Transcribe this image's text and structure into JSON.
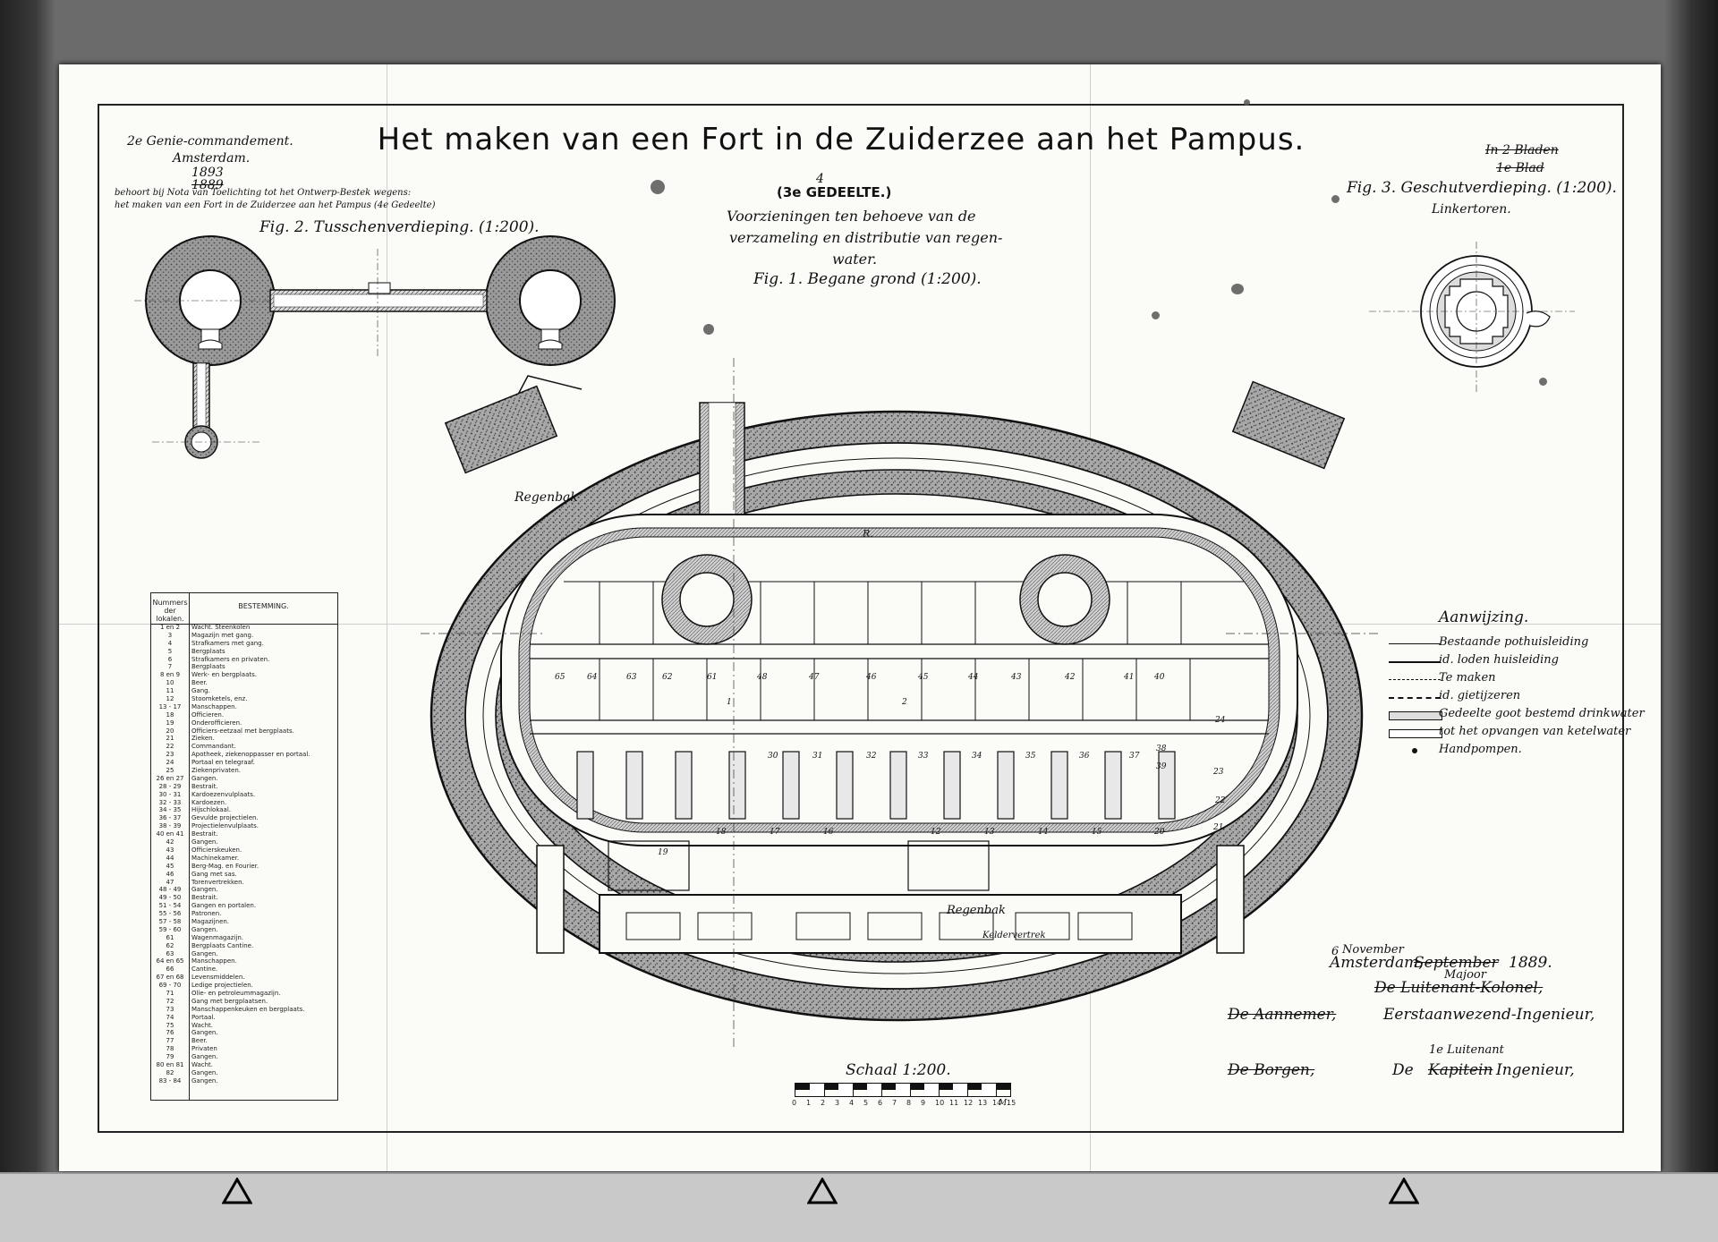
{
  "title": "Het maken van een Fort in de Zuiderzee aan het Pampus.",
  "header_left": {
    "command": "2e Genie-commandement.",
    "city": "Amsterdam.",
    "year_new": "1893",
    "year_old": "1889",
    "belongs": "behoort bij Nota van Toelichting tot het Ontwerp-Bestek wegens:",
    "belongs2": "het maken van een Fort in de Zuiderzee aan het Pampus (4e Gedeelte)",
    "fig2": "Fig. 2. Tusschenverdieping. (1:200)."
  },
  "header_center": {
    "part_number": "4",
    "part": "(3e GEDEELTE.)",
    "desc1": "Voorzieningen ten behoeve van de",
    "desc2": "verzameling en distributie van regen-",
    "desc3": "water.",
    "fig1": "Fig. 1. Begane grond (1:200)."
  },
  "header_right": {
    "sheets1": "In 2 Bladen",
    "sheets2": "1e Blad",
    "fig3": "Fig. 3. Geschutverdieping. (1:200).",
    "tower": "Linkertoren."
  },
  "legend_table": {
    "col1": "Nummers der lokalen.",
    "col2": "BESTEMMING.",
    "rows": [
      [
        "1 en 2",
        "Wacht. Steenkolen"
      ],
      [
        "3",
        "Magazijn met gang."
      ],
      [
        "4",
        "Strafkamers met gang."
      ],
      [
        "5",
        "Bergplaats"
      ],
      [
        "6",
        "Strafkamers en privaten."
      ],
      [
        "7",
        "Bergplaats"
      ],
      [
        "8 en 9",
        "Werk- en bergplaats."
      ],
      [
        "10",
        "Beer."
      ],
      [
        "11",
        "Gang."
      ],
      [
        "12",
        "Stoomketels, enz."
      ],
      [
        "13 - 17",
        "Manschappen."
      ],
      [
        "18",
        "Officieren."
      ],
      [
        "19",
        "Onderofficieren."
      ],
      [
        "20",
        "Officiers-eetzaal met bergplaats."
      ],
      [
        "21",
        "Zieken."
      ],
      [
        "22",
        "Commandant."
      ],
      [
        "23",
        "Apotheek, ziekenoppasser en portaal."
      ],
      [
        "24",
        "Portaal en telegraaf."
      ],
      [
        "25",
        "Ziekenprivaten."
      ],
      [
        "26 en 27",
        "Gangen."
      ],
      [
        "28 - 29",
        "Bestrait."
      ],
      [
        "30 - 31",
        "Kardoezenvulplaats."
      ],
      [
        "32 - 33",
        "Kardoezen."
      ],
      [
        "34 - 35",
        "Hijschlokaal."
      ],
      [
        "36 - 37",
        "Gevulde projectielen."
      ],
      [
        "38 - 39",
        "Projectielenvulplaats."
      ],
      [
        "40 en 41",
        "Bestrait."
      ],
      [
        "42",
        "Gangen."
      ],
      [
        "43",
        "Officierskeuken."
      ],
      [
        "44",
        "Machinekamer."
      ],
      [
        "45",
        "Berg-Mag. en Fourier."
      ],
      [
        "46",
        "Gang met sas."
      ],
      [
        "47",
        "Torenvertrekken."
      ],
      [
        "48 - 49",
        "Gangen."
      ],
      [
        "49 - 50",
        "Bestrait."
      ],
      [
        "51 - 54",
        "Gangen en portalen."
      ],
      [
        "55 - 56",
        "Patronen."
      ],
      [
        "57 - 58",
        "Magazijnen."
      ],
      [
        "59 - 60",
        "Gangen."
      ],
      [
        "61",
        "Wagenmagazijn."
      ],
      [
        "62",
        "Bergplaats Cantine."
      ],
      [
        "63",
        "Gangen."
      ],
      [
        "64 en 65",
        "Manschappen."
      ],
      [
        "66",
        "Cantine."
      ],
      [
        "67 en 68",
        "Levensmiddelen."
      ],
      [
        "69 - 70",
        "Ledige projectielen."
      ],
      [
        "71",
        "Olie- en petroleummagazijn."
      ],
      [
        "72",
        "Gang met bergplaatsen."
      ],
      [
        "73",
        "Manschappenkeuken en bergplaats."
      ],
      [
        "74",
        "Portaal."
      ],
      [
        "75",
        "Wacht."
      ],
      [
        "76",
        "Gangen."
      ],
      [
        "77",
        "Beer."
      ],
      [
        "78",
        "Privaten"
      ],
      [
        "79",
        "Gangen."
      ],
      [
        "80 en 81",
        "Wacht."
      ],
      [
        "82",
        "Gangen."
      ],
      [
        "83 - 84",
        "Gangen."
      ]
    ]
  },
  "aanwijzing": {
    "title": "Aanwijzing.",
    "items": [
      "Bestaande pothuisleiding",
      "id. loden huisleiding",
      "Te maken",
      "id. gietijzeren",
      "Gedeelte goot bestemd drinkwater",
      "tot het opvangen van ketelwater",
      "Handpompen."
    ]
  },
  "plan_labels": {
    "regenbak": "Regenbak",
    "kelder": "Keldervertrek",
    "r": "R.",
    "room_numbers": [
      "1",
      "2",
      "12",
      "13",
      "14",
      "15",
      "16",
      "17",
      "18",
      "19",
      "20",
      "21",
      "22",
      "23",
      "24",
      "30",
      "31",
      "32",
      "33",
      "34",
      "35",
      "36",
      "37",
      "38",
      "39",
      "40",
      "41",
      "42",
      "43",
      "44",
      "45",
      "46",
      "47",
      "48",
      "61",
      "62",
      "63",
      "64",
      "65"
    ]
  },
  "signature": {
    "place_date_prefix": "Amsterdam,",
    "day": "6",
    "month_new": "November",
    "month_old": "September",
    "year": "1889.",
    "rank_new": "Majoor",
    "rank_line": "De Luitenant-Kolonel,",
    "role1": "Eerstaanwezend-Ingenieur,",
    "rank2_new": "1e Luitenant",
    "role2_prefix": "De",
    "role2_old": "Kapitein",
    "role2": "Ingenieur,",
    "left1": "De Aannemer,",
    "left2": "De Borgen,"
  },
  "scale": {
    "label": "Schaal 1:200.",
    "ticks": [
      "0",
      "1",
      "2",
      "3",
      "4",
      "5",
      "6",
      "7",
      "8",
      "9",
      "10",
      "11",
      "12",
      "13",
      "14",
      "15"
    ],
    "unit": "M."
  }
}
